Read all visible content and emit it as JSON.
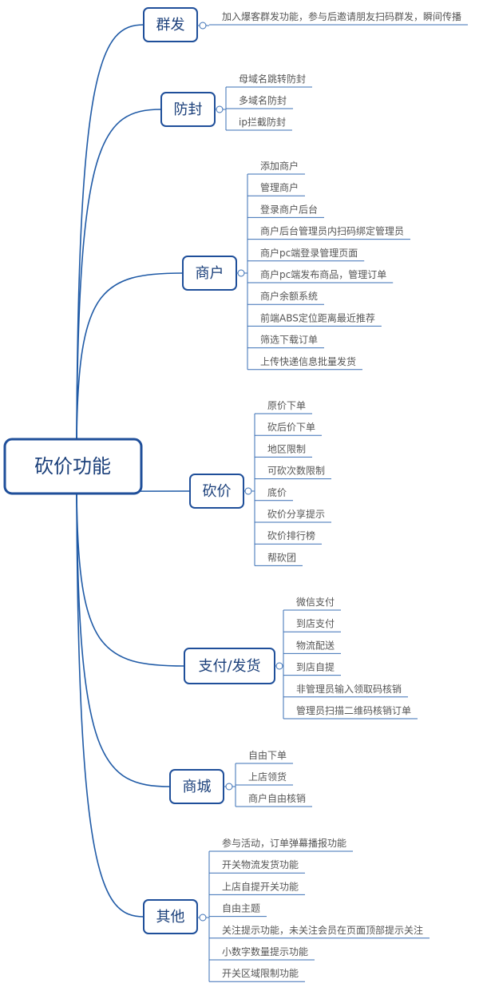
{
  "root": {
    "label": "砍价功能"
  },
  "branches": [
    {
      "id": "qunfa",
      "label": "群发",
      "items": [
        "加入爆客群发功能，参与后邀请朋友扫码群发，瞬间传播"
      ]
    },
    {
      "id": "fangfeng",
      "label": "防封",
      "items": [
        "母域名跳转防封",
        "多域名防封",
        "ip拦截防封"
      ]
    },
    {
      "id": "shanghu",
      "label": "商户",
      "items": [
        "添加商户",
        "管理商户",
        "登录商户后台",
        "商户后台管理员内扫码绑定管理员",
        "商户pc端登录管理页面",
        "商户pc端发布商品，管理订单",
        "商户余额系统",
        "前端ABS定位距离最近推荐",
        "筛选下载订单",
        "上传快递信息批量发货"
      ]
    },
    {
      "id": "kanjia",
      "label": "砍价",
      "items": [
        "原价下单",
        "砍后价下单",
        "地区限制",
        "可砍次数限制",
        "底价",
        "砍价分享提示",
        "砍价排行榜",
        "帮砍团"
      ]
    },
    {
      "id": "zhifu",
      "label": "支付/发货",
      "items": [
        "微信支付",
        "到店支付",
        "物流配送",
        "到店自提",
        "非管理员输入领取码核销",
        "管理员扫描二维码核销订单"
      ]
    },
    {
      "id": "shangcheng",
      "label": "商城",
      "items": [
        "自由下单",
        "上店领货",
        "商户自由核销"
      ]
    },
    {
      "id": "qita",
      "label": "其他",
      "items": [
        "参与活动，订单弹幕播报功能",
        "开关物流发货功能",
        "上店自提开关功能",
        "自由主题",
        "关注提示功能，未关注会员在页面顶部提示关注",
        "小数字数量提示功能",
        "开关区域限制功能"
      ]
    }
  ]
}
